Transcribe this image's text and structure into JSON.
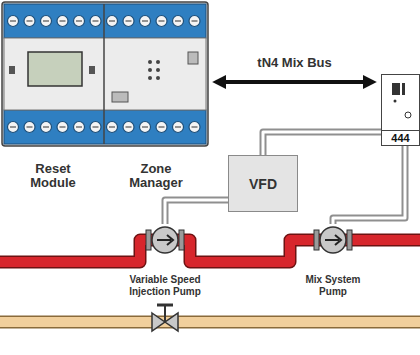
{
  "diagram": {
    "nodes": [
      {
        "text": [
          "Reset Module"
        ]
      },
      {
        "text": [
          "Zone Manager"
        ]
      },
      {
        "text": [
          "444"
        ]
      },
      {
        "text": [
          "VFD"
        ]
      },
      {
        "text": [
          "Variable Speed Injection Pump"
        ]
      },
      {
        "text": [
          "Mix System Pump"
        ]
      }
    ],
    "edges": [
      {
        "from": 1,
        "to": 2,
        "arrow": "both",
        "label": "tN4 Mix Bus"
      },
      {
        "from": 2,
        "to": 3,
        "arrow": "none"
      },
      {
        "from": 3,
        "to": 4,
        "arrow": "none"
      },
      {
        "from": 2,
        "to": 5,
        "arrow": "none"
      }
    ]
  }
}
